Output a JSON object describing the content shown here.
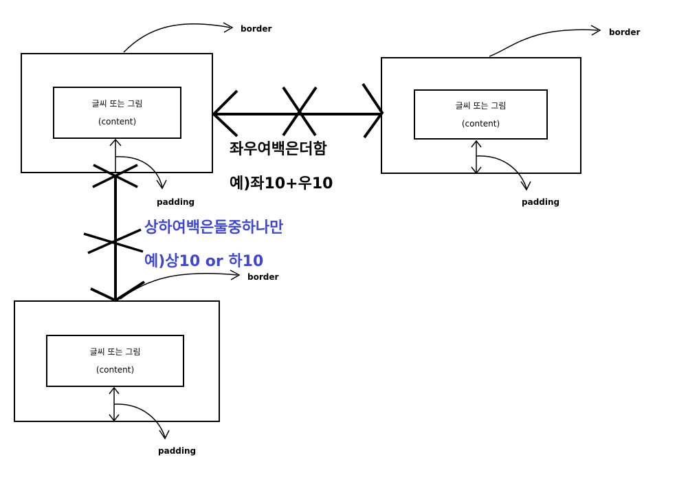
{
  "boxes": {
    "top_left": {
      "content_line1": "글씨 또는 그림",
      "content_line2": "(content)",
      "border_label": "border",
      "padding_label": "padding"
    },
    "top_right": {
      "content_line1": "글씨 또는 그림",
      "content_line2": "(content)",
      "border_label": "border",
      "padding_label": "padding"
    },
    "bottom": {
      "content_line1": "글씨 또는 그림",
      "content_line2": "(content)",
      "border_label": "border",
      "padding_label": "padding"
    }
  },
  "horizontal_margin": {
    "line1": "좌우여백은더함",
    "line2": "예)좌10+우10"
  },
  "vertical_margin": {
    "line1": "상하여백은둘중하나만",
    "line2": "예)상10 or 하10"
  },
  "colors": {
    "ink": "#000000",
    "blue_text": "#3f48cc",
    "background": "#ffffff"
  }
}
